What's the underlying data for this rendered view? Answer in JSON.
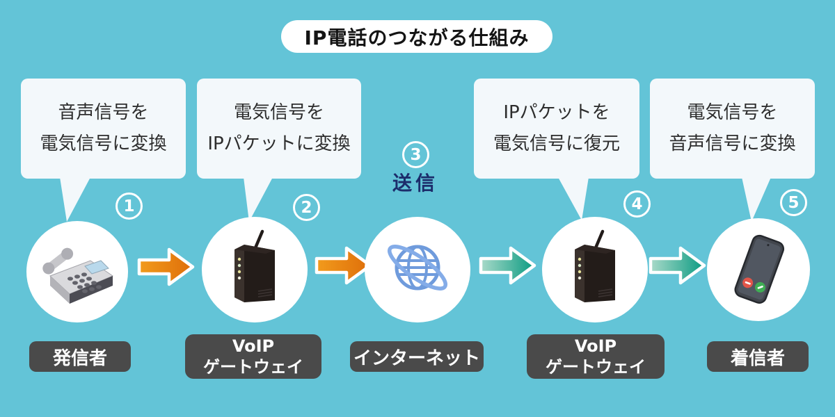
{
  "title": "IP電話のつながる仕組み",
  "send_label": "送信",
  "bubbles": [
    {
      "line1": "音声信号を",
      "line2": "電気信号に変換"
    },
    {
      "line1": "電気信号を",
      "line2": "IPパケットに変換"
    },
    {
      "line1": "IPパケットを",
      "line2": "電気信号に復元"
    },
    {
      "line1": "電気信号を",
      "line2": "音声信号に変換"
    }
  ],
  "steps": [
    {
      "number": "1",
      "label1": "発信者",
      "icon": "desk-phone-icon"
    },
    {
      "number": "2",
      "label1": "VoIP",
      "label2": "ゲートウェイ",
      "icon": "voip-gateway-icon"
    },
    {
      "number": "3",
      "label1": "インターネット",
      "icon": "internet-globe-icon"
    },
    {
      "number": "4",
      "label1": "VoIP",
      "label2": "ゲートウェイ",
      "icon": "voip-gateway-icon"
    },
    {
      "number": "5",
      "label1": "着信者",
      "icon": "smartphone-icon"
    }
  ],
  "colors": {
    "background": "#63C4D7",
    "bubble_background": "#F3F8FB",
    "arrow_orange": "#EC820F",
    "arrow_teal": "#12A189",
    "label_background": "#4A4A4A",
    "send_text": "#1C2D6B",
    "globe_blue": "#6F9BDC"
  }
}
